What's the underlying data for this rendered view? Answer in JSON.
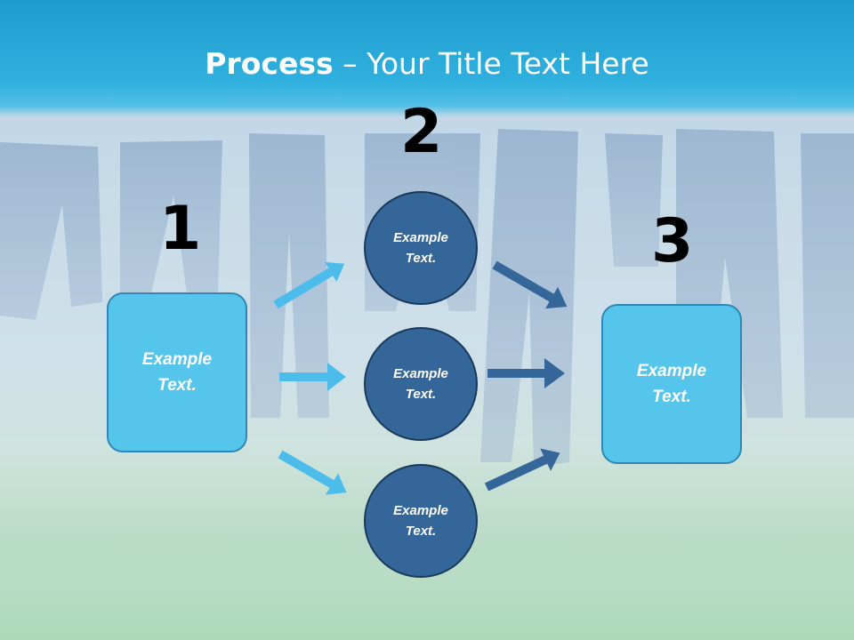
{
  "title": {
    "bold": "Process",
    "rest": " – Your Title Text Here"
  },
  "steps": [
    {
      "number": "1",
      "text": "Example\nText."
    },
    {
      "number": "2",
      "circles": [
        "Example\nText.",
        "Example\nText.",
        "Example\nText."
      ]
    },
    {
      "number": "3",
      "text": "Example\nText."
    }
  ],
  "colors": {
    "header": "#2fb0de",
    "box": "#55c5ec",
    "circle": "#356699",
    "arrow_light": "#4cbdea",
    "arrow_dark": "#356699"
  }
}
